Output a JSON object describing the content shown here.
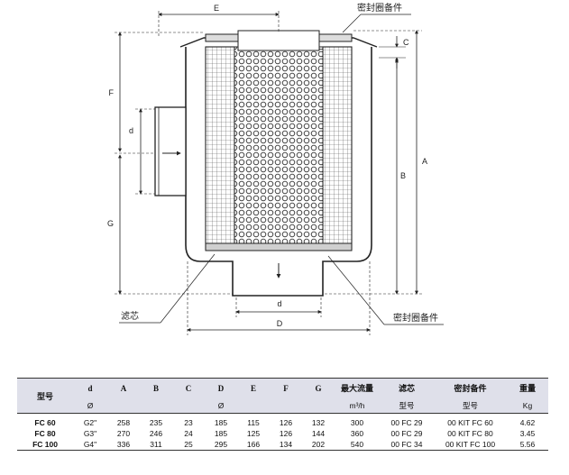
{
  "drawing": {
    "dim_labels": {
      "E": "E",
      "C": "C",
      "F": "F",
      "A": "A",
      "B": "B",
      "d_left": "d",
      "G": "G",
      "d_bottom": "d",
      "D": "D"
    },
    "callouts": {
      "seal_top": "密封圈备件",
      "filter_element": "滤芯",
      "seal_bottom": "密封圈备件"
    }
  },
  "table": {
    "header_row1": [
      "型号",
      "d",
      "A",
      "B",
      "C",
      "D",
      "E",
      "F",
      "G",
      "最大流量",
      "滤芯",
      "密封备件",
      "重量"
    ],
    "header_row2": [
      "",
      "Ø",
      "",
      "",
      "",
      "Ø",
      "",
      "",
      "",
      "m³/h",
      "型号",
      "型号",
      "Kg"
    ],
    "rows": [
      [
        "FC 60",
        "G2\"",
        "258",
        "235",
        "23",
        "185",
        "115",
        "126",
        "132",
        "300",
        "00 FC 29",
        "00 KIT FC 60",
        "4.62"
      ],
      [
        "FC 80",
        "G3\"",
        "270",
        "246",
        "24",
        "185",
        "125",
        "126",
        "144",
        "360",
        "00 FC 29",
        "00 KIT FC 80",
        "3.45"
      ],
      [
        "FC 100",
        "G4\"",
        "336",
        "311",
        "25",
        "295",
        "166",
        "134",
        "202",
        "540",
        "00 FC 34",
        "00 KIT FC 100",
        "5.56"
      ]
    ]
  }
}
